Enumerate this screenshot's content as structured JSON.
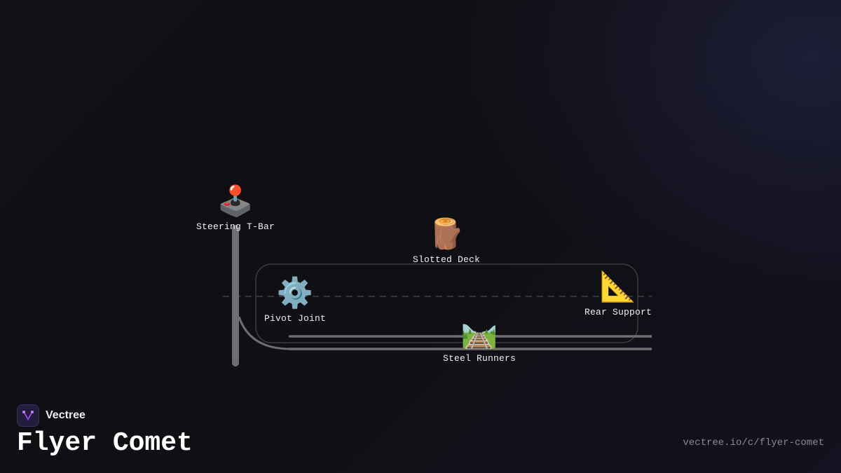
{
  "brand": {
    "name": "Vectree"
  },
  "title": "Flyer Comet",
  "url": "vectree.io/c/flyer-comet",
  "nodes": {
    "steering_tbar": {
      "label": "Steering T-Bar",
      "icon": "joystick-icon",
      "glyph": "🕹️"
    },
    "slotted_deck": {
      "label": "Slotted Deck",
      "icon": "wood-log-icon",
      "glyph": "🪵"
    },
    "pivot_joint": {
      "label": "Pivot Joint",
      "icon": "gear-icon",
      "glyph": "⚙️"
    },
    "rear_support": {
      "label": "Rear Support",
      "icon": "triangular-ruler-icon",
      "glyph": "📐"
    },
    "steel_runners": {
      "label": "Steel Runners",
      "icon": "railway-track-icon",
      "glyph": "🛤️"
    }
  },
  "colors": {
    "background": "#0f0f13",
    "line": "#6e6e72",
    "outline": "#3b3b40",
    "logo_accent": "#a855f7"
  }
}
